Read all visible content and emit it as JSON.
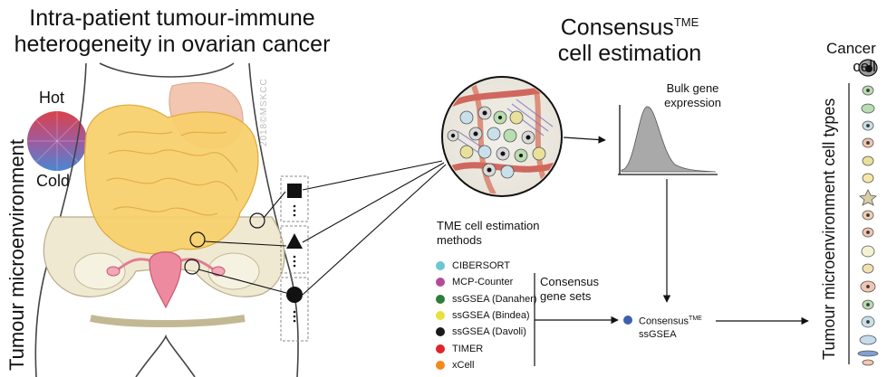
{
  "title_left": {
    "line1": "Intra-patient tumour-immune",
    "line2": "heterogeneity in ovarian cancer"
  },
  "y_axis_label": "Tumour microenvironment",
  "legend_hot": "Hot",
  "legend_cold": "Cold",
  "watermark": "2018©MSKCC",
  "consensus": {
    "title_main": "Consensus",
    "title_sup": "TME",
    "line2": "cell estimation"
  },
  "bulk_label": {
    "line1": "Bulk gene",
    "line2": "expression"
  },
  "methods": {
    "title_line1": "TME cell estimation",
    "title_line2": "methods",
    "items": [
      {
        "label": "CIBERSORT",
        "color": "#6cc6d3"
      },
      {
        "label": "MCP-Counter",
        "color": "#b44a9a"
      },
      {
        "label": "ssGSEA (Danaher)",
        "color": "#2e7d3a"
      },
      {
        "label": "ssGSEA (Bindea)",
        "color": "#e8e13a"
      },
      {
        "label": "ssGSEA (Davoli)",
        "color": "#1a1a1a"
      },
      {
        "label": "TIMER",
        "color": "#e0242b"
      },
      {
        "label": "xCell",
        "color": "#f28a1e"
      }
    ]
  },
  "gene_sets": {
    "line1": "Consensus",
    "line2": "gene sets"
  },
  "output": {
    "main": "Consensus",
    "sup": "TME",
    "line2": "ssGSEA",
    "dot_color": "#3f5fb0"
  },
  "right": {
    "cancer_line1": "Cancer",
    "cancer_line2": "cell",
    "axis": "Tumour microenvironment cell types"
  }
}
